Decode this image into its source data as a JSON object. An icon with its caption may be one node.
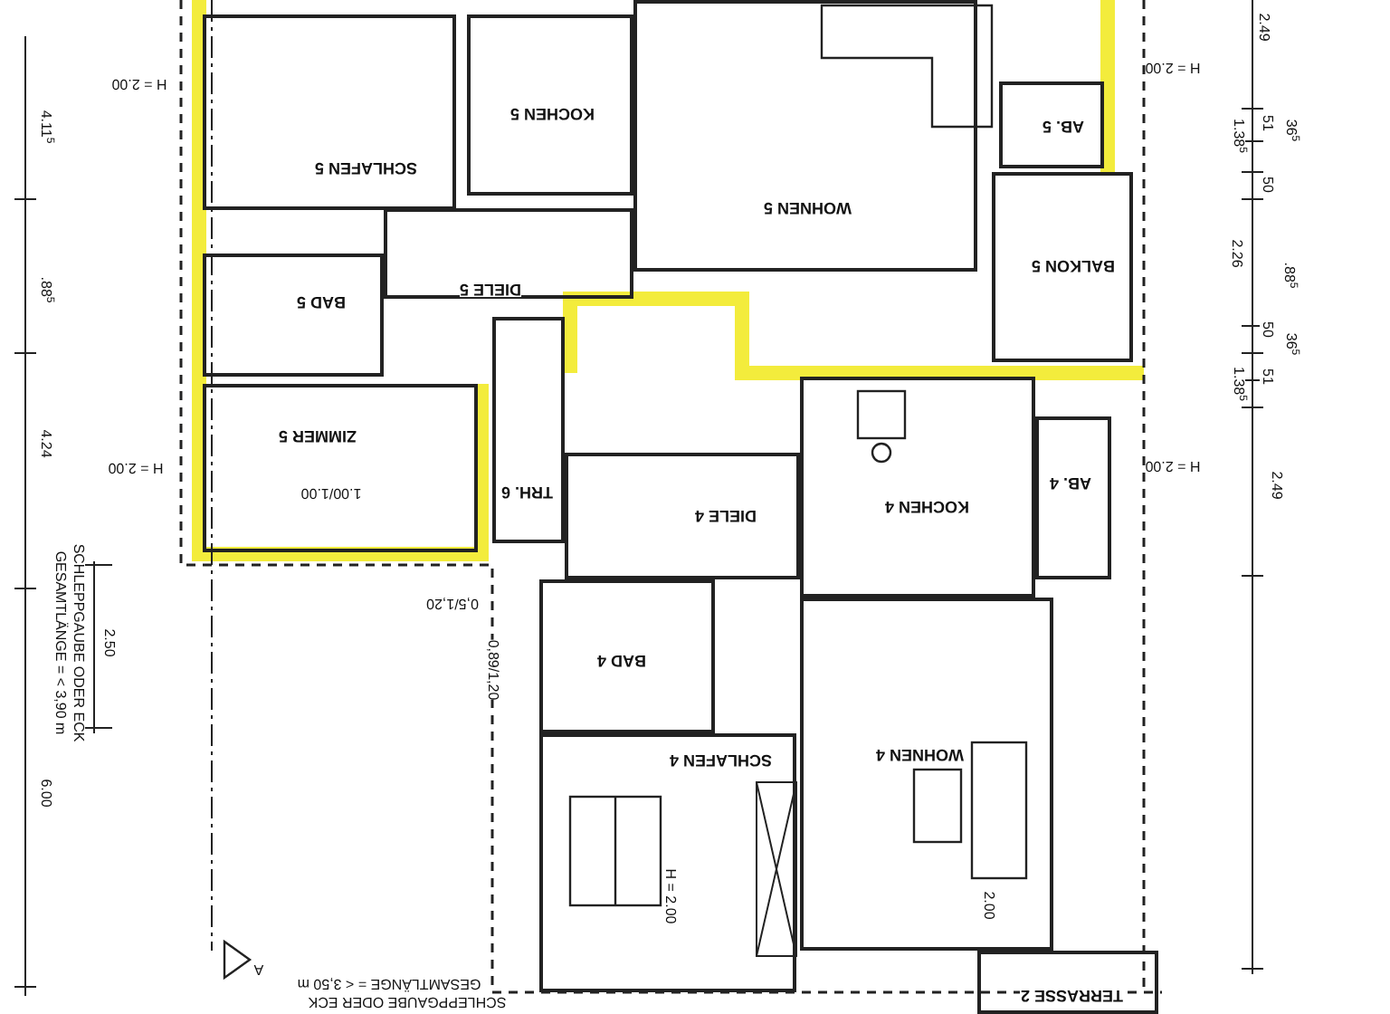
{
  "diagram": {
    "nodes": [
      {
        "text": [
          "SCHLAFEN 5"
        ]
      },
      {
        "text": [
          "KOCHEN 5"
        ]
      },
      {
        "text": [
          "WOHNEN 5"
        ]
      },
      {
        "text": [
          "AB. 5"
        ]
      },
      {
        "text": [
          "BALKON 5"
        ]
      },
      {
        "text": [
          "BAD 5"
        ]
      },
      {
        "text": [
          "DIELE 5"
        ]
      },
      {
        "text": [
          "ZIMMER 5"
        ]
      },
      {
        "text": [
          "TRH. 6"
        ]
      },
      {
        "text": [
          "DIELE 4"
        ]
      },
      {
        "text": [
          "KOCHEN 4"
        ]
      },
      {
        "text": [
          "AB. 4"
        ]
      },
      {
        "text": [
          "BAD 4"
        ]
      },
      {
        "text": [
          "SCHLAFEN 4"
        ]
      },
      {
        "text": [
          "WOHNEN 4"
        ]
      },
      {
        "text": [
          "TERRASSE 2"
        ]
      }
    ],
    "labels": [
      "H = 2.00",
      "H = 2.00",
      "H = 2.00",
      "H = 2.00",
      "4.11$^{5}$",
      ".88$^{5}$",
      "4.24",
      "2.50",
      "SCHLEPPGAUBE ODER ECK",
      "GESAMTLÄNGE = < 3,90 m",
      "6.00",
      "0,5/1,20",
      "0,89/1,20",
      "A",
      "SCHLEPPGAUBE ODER ECK",
      "GESAMTLÄNGE = < 3,50 m",
      "1.00/1.00",
      "H = 2.00",
      "2.00",
      "2.49",
      "51",
      "36$^{5}$",
      "1.38$^{5}$",
      "50",
      "2.26",
      ".88$^{5}$",
      "50",
      "36$^{5}$",
      "51",
      "1.38$^{5}$",
      "2.49"
    ]
  }
}
